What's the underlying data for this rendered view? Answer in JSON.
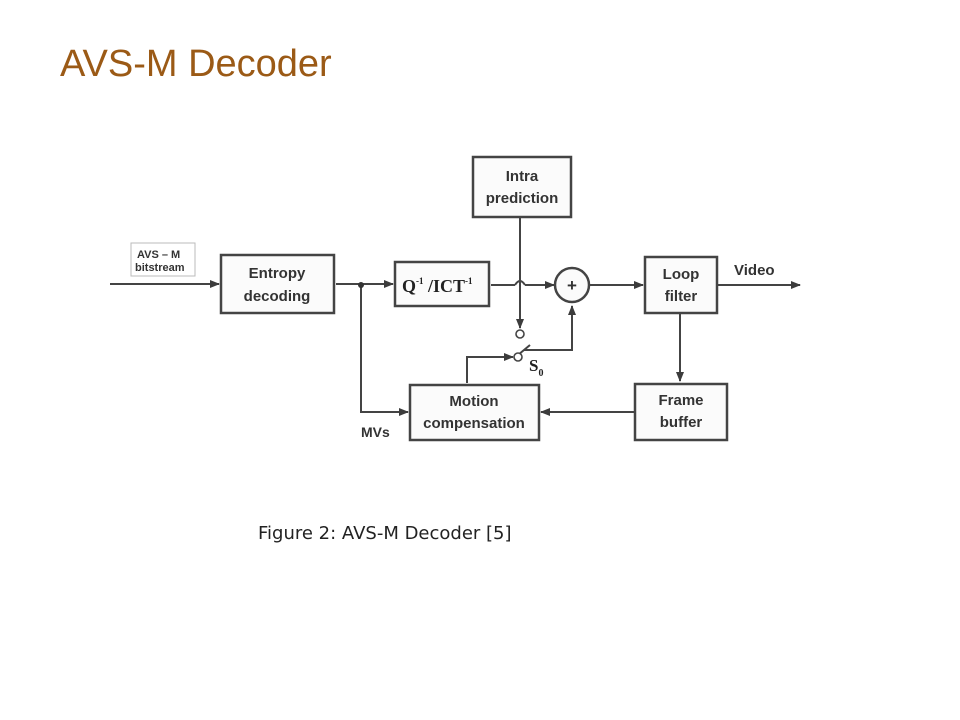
{
  "slide": {
    "title": "AVS-M Decoder",
    "caption": "Figure 2: AVS-M Decoder [5]"
  },
  "diagram": {
    "input_label_line1": "AVS – M",
    "input_label_line2": "bitstream",
    "blocks": {
      "entropy_line1": "Entropy",
      "entropy_line2": "decoding",
      "quant_q": "Q",
      "quant_q_sup": "-1",
      "quant_sep": " /",
      "quant_ict": "ICT",
      "quant_ict_sup": "-1",
      "intra_line1": "Intra",
      "intra_line2": "prediction",
      "loop_line1": "Loop",
      "loop_line2": "filter",
      "frame_line1": "Frame",
      "frame_line2": "buffer",
      "motion_line1": "Motion",
      "motion_line2": "compensation"
    },
    "adder_symbol": "+",
    "output_label": "Video",
    "mvs_label": "MVs",
    "switch_label": "S",
    "switch_subscript": "0"
  },
  "colors": {
    "title": "#9b5a16",
    "line": "#444444",
    "block_fill": "#fbfbfb"
  }
}
